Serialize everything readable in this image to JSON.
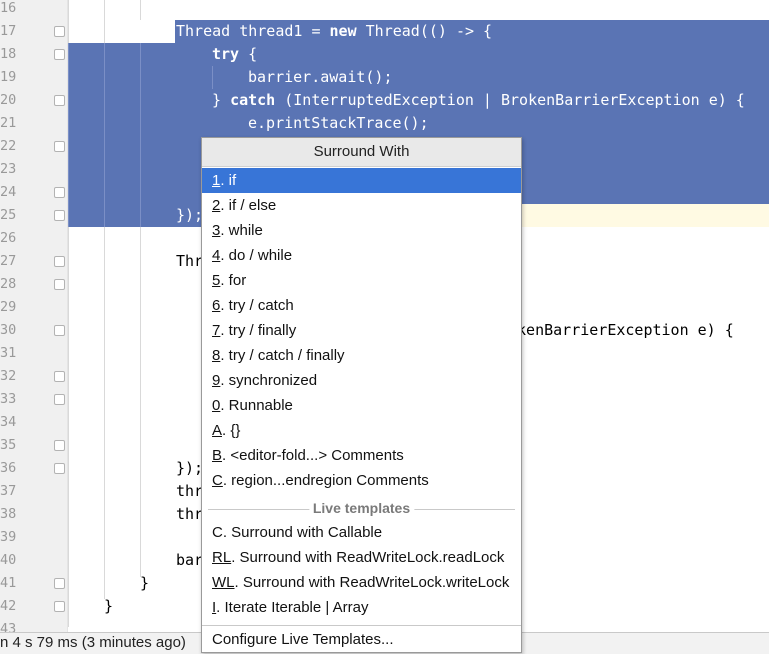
{
  "gutter": {
    "line_numbers": [
      "16",
      "17",
      "18",
      "19",
      "20",
      "21",
      "22",
      "23",
      "24",
      "25",
      "26",
      "27",
      "28",
      "29",
      "30",
      "31",
      "32",
      "33",
      "34",
      "35",
      "36",
      "37",
      "38",
      "39",
      "40",
      "41",
      "42",
      "43"
    ]
  },
  "code": {
    "line17_a": "Thread thread1 = ",
    "line17_kw": "new",
    "line17_b": " Thread(() -> {",
    "line18_kw": "try",
    "line18_b": " {",
    "line19": "barrier.await();",
    "line20_a": "} ",
    "line20_kw": "catch",
    "line20_b": " (InterruptedException | BrokenBarrierException e) {",
    "line21": "e.printStackTrace();",
    "line25": "});",
    "line27": "Thr",
    "line30": "okenBarrierException e) {",
    "line36": "});",
    "line37": "thr",
    "line38": "thr",
    "line40": "bar",
    "line41": "}",
    "line42": "}"
  },
  "popup": {
    "title": "Surround With",
    "items": [
      {
        "key": "1",
        "label": ". if"
      },
      {
        "key": "2",
        "label": ". if / else"
      },
      {
        "key": "3",
        "label": ". while"
      },
      {
        "key": "4",
        "label": ". do / while"
      },
      {
        "key": "5",
        "label": ". for"
      },
      {
        "key": "6",
        "label": ". try / catch"
      },
      {
        "key": "7",
        "label": ". try / finally"
      },
      {
        "key": "8",
        "label": ". try / catch / finally"
      },
      {
        "key": "9",
        "label": ". synchronized"
      },
      {
        "key": "0",
        "label": ". Runnable"
      },
      {
        "key": "A",
        "label": ". {}"
      },
      {
        "key": "B",
        "label": ". <editor-fold...> Comments"
      },
      {
        "key": "C",
        "label": ". region...endregion Comments"
      }
    ],
    "live_templates_label": "Live templates",
    "live_items": [
      {
        "key": "C",
        "label": ". Surround with Callable"
      },
      {
        "key": "RL",
        "label": ". Surround with ReadWriteLock.readLock"
      },
      {
        "key": "WL",
        "label": ". Surround with ReadWriteLock.writeLock"
      },
      {
        "key": "I",
        "label": ". Iterate Iterable | Array"
      }
    ],
    "configure_label": "Configure Live Templates..."
  },
  "status": {
    "text": "n 4 s 79 ms (3 minutes ago)"
  },
  "colors": {
    "selection": "#5a74b4",
    "highlight": "#3875d7",
    "current_line": "#fffae3"
  }
}
